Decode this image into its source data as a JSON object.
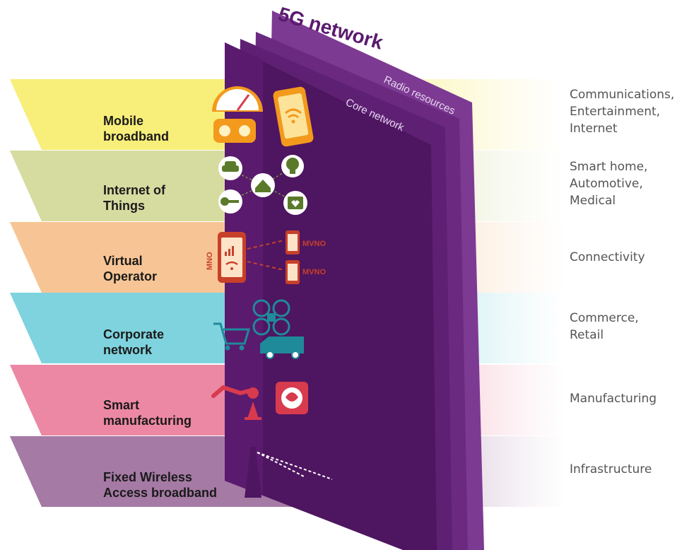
{
  "title": "5G network",
  "layer_labels": {
    "radio": "Radio resources",
    "core": "Core network"
  },
  "colors": {
    "purple": "#5a1a6e",
    "purple_mid": "#6b2a80",
    "purple_light": "#7d3a92",
    "accent_orange": "#f39a1c",
    "accent_red": "#d83a4e"
  },
  "slices": [
    {
      "lines": [
        "Mobile",
        "broadband"
      ],
      "color": "#f8ee7a",
      "fade": "#fbf6c0",
      "use_cases": [
        "Communications,",
        "Entertainment,",
        "Internet"
      ],
      "icons": [
        "speedometer-icon",
        "vr-headset-icon",
        "smartphone-wifi-icon"
      ]
    },
    {
      "lines": [
        "Internet of",
        "Things"
      ],
      "color": "#d6dca0",
      "fade": "#eaedcf",
      "use_cases": [
        "Smart home,",
        "Automotive,",
        "Medical"
      ],
      "icons": [
        "car-icon",
        "smart-home-icon",
        "lightbulb-icon",
        "key-icon",
        "heart-monitor-icon"
      ]
    },
    {
      "lines": [
        "Virtual",
        "Operator"
      ],
      "color": "#f7c595",
      "fade": "#fbe2ca",
      "use_cases": [
        "Connectivity"
      ],
      "icons": [
        "mno-phone-icon",
        "mvno-phone-icon"
      ],
      "tags": {
        "mno": "MNO",
        "mvno": "MVNO"
      }
    },
    {
      "lines": [
        "Corporate",
        "network"
      ],
      "color": "#7fd3de",
      "fade": "#c3eaef",
      "use_cases": [
        "Commerce,",
        "Retail"
      ],
      "icons": [
        "shopping-cart-icon",
        "drone-icon",
        "delivery-van-icon"
      ]
    },
    {
      "lines": [
        "Smart",
        "manufacturing"
      ],
      "color": "#ec88a4",
      "fade": "#f6c6d3",
      "use_cases": [
        "Manufacturing"
      ],
      "icons": [
        "robot-arm-icon",
        "ai-chip-icon"
      ]
    },
    {
      "lines": [
        "Fixed Wireless",
        "Access broadband"
      ],
      "color": "#a57aa4",
      "fade": "#d5bfd4",
      "use_cases": [
        "Infrastructure"
      ],
      "icons": [
        "cell-tower-icon",
        "house-icon"
      ]
    }
  ]
}
